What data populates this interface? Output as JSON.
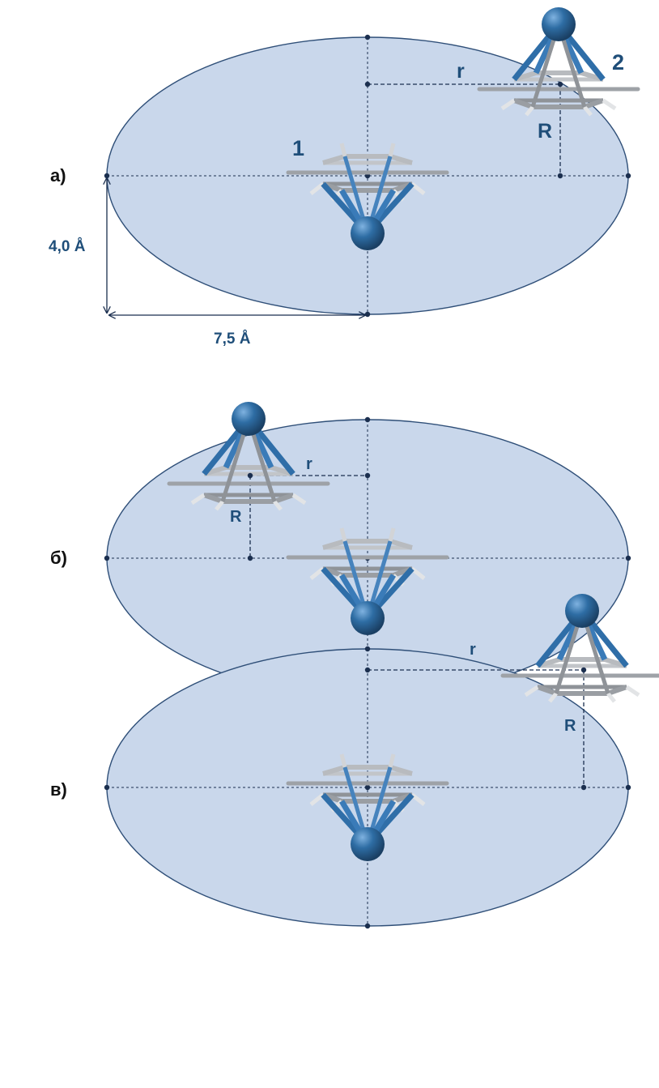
{
  "panels": [
    {
      "label": "а)",
      "top_mol_number": "1",
      "side_mol_number": "2",
      "r_label": "r",
      "R_label": "R",
      "dim_vertical": "4,0 Å",
      "dim_horizontal": "7,5 Å"
    },
    {
      "label": "б)",
      "r_label": "r",
      "R_label": "R"
    },
    {
      "label": "в)",
      "r_label": "r",
      "R_label": "R"
    }
  ],
  "colors": {
    "ellipse_fill": "#c9d7eb",
    "ellipse_stroke": "#2f4f78",
    "metal": "#2e6da4",
    "carbon": "#a9adb2",
    "hydrogen": "#e6e8ea",
    "bond_metal": "#2f6ea8",
    "guide": "#1b2f4f",
    "label": "#1f4e79"
  },
  "icons": [
    "metal-atom-icon",
    "benzene-ring-icon"
  ]
}
